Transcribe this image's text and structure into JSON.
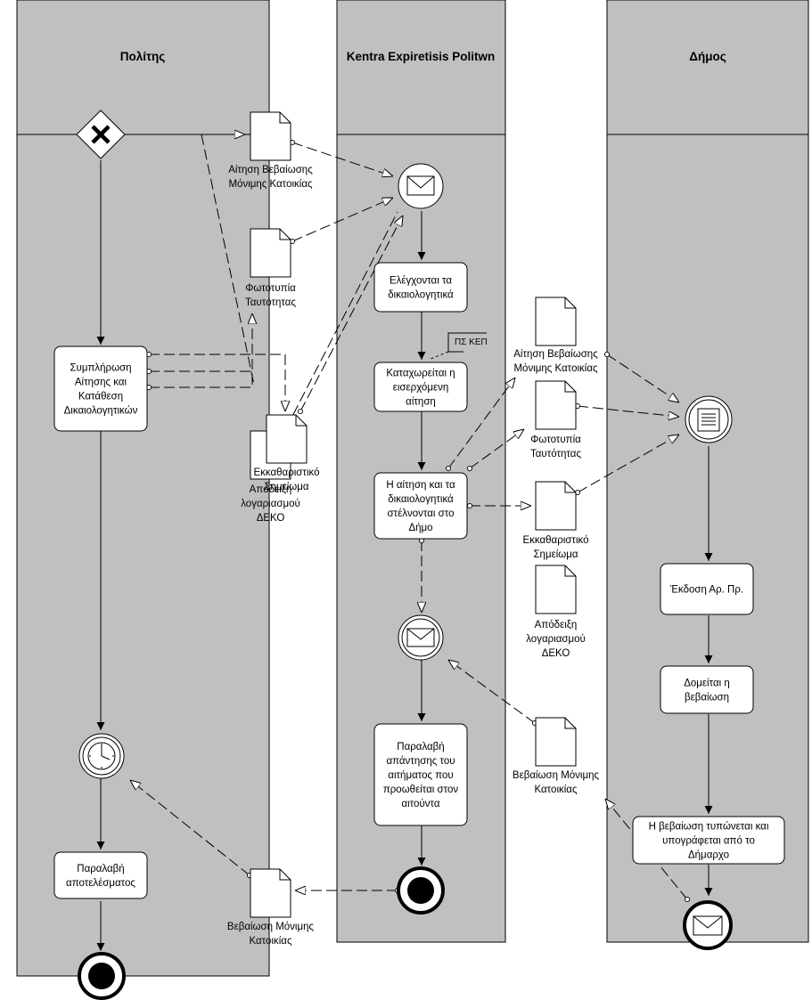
{
  "lanes": {
    "citizen": "Πολίτης",
    "kep": "Kentra Expiretisis Politwn",
    "municipality": "Δήμος"
  },
  "tasks": {
    "fill_application": [
      "Συμπλήρωση",
      "Αίτησης και",
      "Κατάθεση",
      "Δικαιολογητικών"
    ],
    "receive_result": [
      "Παραλαβή",
      "αποτελέσματος"
    ],
    "check_documents": [
      "Ελέγχονται τα",
      "δικαιολογητικά"
    ],
    "register_request": [
      "Καταχωρείται η",
      "εισερχόμενη",
      "αίτηση"
    ],
    "send_to_municipality": [
      "Η αίτηση και τα",
      "δικαιολογητικά",
      "στέλνονται στο",
      "Δήμο"
    ],
    "receive_reply": [
      "Παραλαβή",
      "απάντησης του",
      "αιτήματος που",
      "προωθείται στον",
      "αιτούντα"
    ],
    "issue_protocol": [
      "Έκδοση Αρ. Πρ."
    ],
    "build_certificate": [
      "Δομείται η",
      "βεβαίωση"
    ],
    "print_sign": [
      "Η βεβαίωση τυπώνεται και",
      "υπογράφεται από το",
      "Δήμαρχο"
    ]
  },
  "annotation": "ΠΣ ΚΕΠ",
  "documents": {
    "app_cert_1": [
      "Αίτηση Βεβαίωσης",
      "Μόνιμης Κατοικίας"
    ],
    "id_copy_1": [
      "Φωτοτυπία",
      "Ταυτότητας"
    ],
    "clearance_1": [
      "Εκκαθαριστικό",
      "Σημείωμα"
    ],
    "receipt_1": [
      "Απόδειξη",
      "λογαριασμού",
      "ΔΕΚΟ"
    ],
    "app_cert_2": [
      "Αίτηση Βεβαίωσης",
      "Μόνιμης Κατοικίας"
    ],
    "id_copy_2": [
      "Φωτοτυπία",
      "Ταυτότητας"
    ],
    "clearance_2": [
      "Εκκαθαριστικό",
      "Σημείωμα"
    ],
    "receipt_2": [
      "Απόδειξη",
      "λογαριασμού",
      "ΔΕΚΟ"
    ],
    "certificate_kep": [
      "Βεβαίωση Μόνιμης",
      "Κατοικίας"
    ],
    "certificate_citizen": [
      "Βεβαίωση Μόνιμης",
      "Κατοικίας"
    ]
  }
}
